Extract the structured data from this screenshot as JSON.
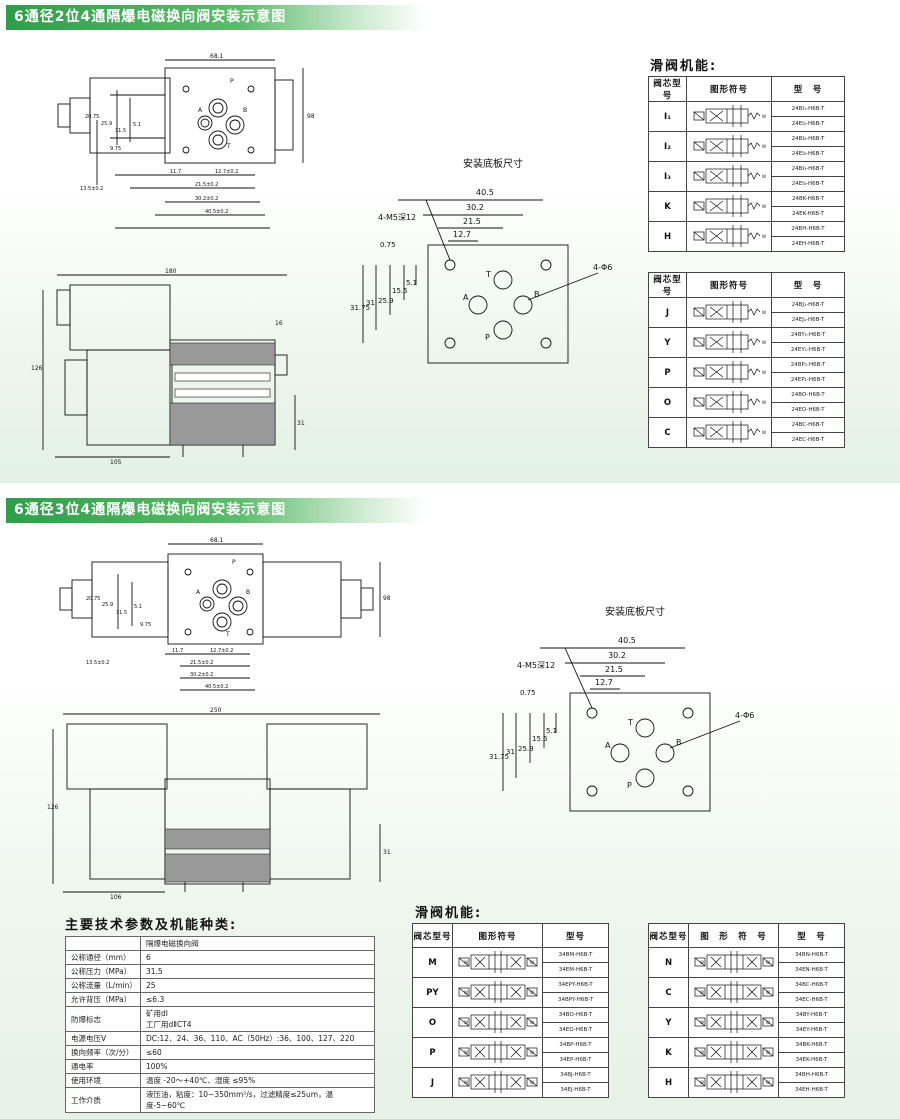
{
  "section1": {
    "title": "6通径2位4通隔爆电磁换向阀安装示意图",
    "top_view": {
      "dim_top": "68.1",
      "dim_side": "98",
      "dims_vertical": [
        "20.75",
        "25.9",
        "31.5",
        "5.1",
        "9.75",
        "13.5±0.2"
      ],
      "dims_bottom": [
        "11.7",
        "12.7±0.2",
        "21.5±0.2",
        "30.2±0.2",
        "40.5±0.2"
      ],
      "ports": [
        "P",
        "A",
        "B",
        "T"
      ]
    },
    "side_view": {
      "dim_top": "180",
      "dim_left": "126",
      "dim_bottom": "105",
      "dim_right1": "16",
      "dim_right2": "31"
    },
    "mount": {
      "title": "安装底板尺寸",
      "dims_top": [
        "40.5",
        "30.2",
        "21.5",
        "12.7"
      ],
      "dims_left": [
        "0.75",
        "31.75",
        "31",
        "25.9",
        "15.5",
        "5.1"
      ],
      "label_holes": "4-M5深12",
      "label_ports": "4-Φ6",
      "ports": [
        "T",
        "A",
        "B",
        "P"
      ]
    },
    "func_title": "滑阀机能:",
    "table_a": {
      "headers": [
        "阀芯型号",
        "图形符号",
        "型　号"
      ],
      "rows": [
        {
          "core": "I₁",
          "m1": "24BI₁-H6B-T",
          "m2": "24EI₁-H6B-T"
        },
        {
          "core": "I₂",
          "m1": "24BI₂-H6B-T",
          "m2": "24EI₂-H6B-T"
        },
        {
          "core": "I₃",
          "m1": "24BI₃-H6B-T",
          "m2": "24EI₃-H6B-T"
        },
        {
          "core": "K",
          "m1": "24BK-H6B-T",
          "m2": "24EK-H6B-T"
        },
        {
          "core": "H",
          "m1": "24BH-H6B-T",
          "m2": "24EH-H6B-T"
        }
      ]
    },
    "table_b": {
      "headers": [
        "阀芯型号",
        "图形符号",
        "型　号"
      ],
      "rows": [
        {
          "core": "J",
          "m1": "24BJ₁-H6B-T",
          "m2": "24EJ₁-H6B-T"
        },
        {
          "core": "Y",
          "m1": "24BY₁-H6B-T",
          "m2": "24EY₁-H6B-T"
        },
        {
          "core": "P",
          "m1": "24BP₁-H6B-T",
          "m2": "24EP₁-H6B-T"
        },
        {
          "core": "O",
          "m1": "24BO-H6B-T",
          "m2": "24EO-H6B-T"
        },
        {
          "core": "C",
          "m1": "24BC-H6B-T",
          "m2": "24EC-H6B-T"
        }
      ]
    }
  },
  "section2": {
    "title": "6通径3位4通隔爆电磁换向阀安装示意图",
    "top_view": {
      "dim_top": "68.1",
      "dim_side": "98",
      "dims_vertical": [
        "20.75",
        "25.9",
        "31.5",
        "5.1",
        "9.75",
        "13.5±0.2"
      ],
      "dims_bottom": [
        "11.7",
        "12.7±0.2",
        "21.5±0.2",
        "30.2±0.2",
        "40.5±0.2"
      ],
      "ports": [
        "P",
        "A",
        "B",
        "T"
      ]
    },
    "side_view": {
      "dim_top": "250",
      "dim_left": "126",
      "dim_bottom": "106",
      "dim_right": "31"
    },
    "mount": {
      "title": "安装底板尺寸",
      "dims_top": [
        "40.5",
        "30.2",
        "21.5",
        "12.7"
      ],
      "dims_left": [
        "0.75",
        "31.75",
        "31",
        "25.9",
        "15.5",
        "5.1"
      ],
      "label_holes": "4-M5深12",
      "label_ports": "4-Φ6",
      "ports": [
        "T",
        "A",
        "B",
        "P"
      ]
    },
    "params": {
      "title": "主要技术参数及机能种类:",
      "rows": [
        {
          "k": "",
          "v": "隔爆电磁换向阀"
        },
        {
          "k": "公称通径（mm）",
          "v": "6"
        },
        {
          "k": "公称压力（MPa）",
          "v": "31.5"
        },
        {
          "k": "公称流量（L/min）",
          "v": "25"
        },
        {
          "k": "允许背压（MPa）",
          "v": "≤6.3"
        },
        {
          "k": "防爆标志",
          "v": "矿用dⅠ\n工厂用dⅡCT4"
        },
        {
          "k": "电源电压V",
          "v": "DC:12、24、36、110、AC（50Hz）:36、100、127、220"
        },
        {
          "k": "换向频率（次/分）",
          "v": "≤60"
        },
        {
          "k": "通电率",
          "v": "100%"
        },
        {
          "k": "使用环境",
          "v": "温度 -20～+40℃、湿度 ≤95%"
        },
        {
          "k": "工作介质",
          "v": "液压油，粘度：10~350mm²/s，过滤精度≤25um，温度-5~60℃"
        }
      ]
    },
    "func_title": "滑阀机能:",
    "table_c": {
      "headers": [
        "阀芯型号",
        "图形符号",
        "型号"
      ],
      "rows": [
        {
          "core": "M",
          "m1": "34BM-H6B-T",
          "m2": "34EM-H6B-T"
        },
        {
          "core": "PY",
          "m1": "34EPY-H6B-T",
          "m2": "34BPY-H6B-T"
        },
        {
          "core": "O",
          "m1": "34BO-H6B-T",
          "m2": "34EO-H6B-T"
        },
        {
          "core": "P",
          "m1": "34BP-H6B-T",
          "m2": "34EP-H6B-T"
        },
        {
          "core": "J",
          "m1": "34BJ-H6B-T",
          "m2": "34EJ-H6B-T"
        }
      ]
    },
    "table_d": {
      "headers": [
        "阀芯型号",
        "图　形　符　号",
        "型　号"
      ],
      "rows": [
        {
          "core": "N",
          "m1": "34BN-H6B-T",
          "m2": "34EN-H6B-T"
        },
        {
          "core": "C",
          "m1": "34BC-H6B-T",
          "m2": "34EC-H6B-T"
        },
        {
          "core": "Y",
          "m1": "34BY-H6B-T",
          "m2": "34EY-H6B-T"
        },
        {
          "core": "K",
          "m1": "34BK-H6B-T",
          "m2": "34EK-H6B-T"
        },
        {
          "core": "H",
          "m1": "34BH-H6B-T",
          "m2": "34EH-H6B-T"
        }
      ]
    }
  }
}
